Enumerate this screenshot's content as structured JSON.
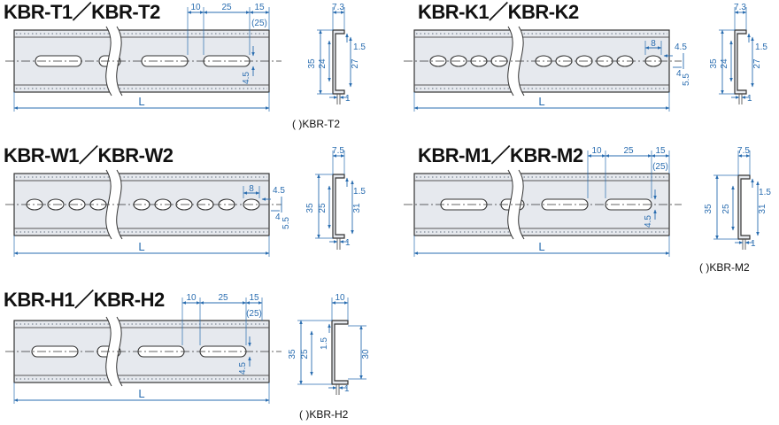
{
  "titles": {
    "t": "KBR-T1／KBR-T2",
    "k": "KBR-K1／KBR-K2",
    "w": "KBR-W1／KBR-W2",
    "m": "KBR-M1／KBR-M2",
    "h": "KBR-H1／KBR-H2"
  },
  "notes": {
    "t": "(  )KBR-T2",
    "m": "(  )KBR-M2",
    "h": "(  )KBR-H2"
  },
  "dims": {
    "length": "L",
    "t": {
      "slot_gap": "10",
      "slot_len": "25",
      "end": "15",
      "end_alt": "(25)",
      "slot_w": "4.5",
      "flange_w": "7.3",
      "thick": "1.5",
      "height": "35",
      "inner": "24",
      "outer": "27",
      "base": "1"
    },
    "k": {
      "pitch": "8",
      "hole_d": "4.5",
      "hole_w": "4",
      "hole_h": "5.5",
      "flange_w": "7.3",
      "thick": "1.5",
      "height": "35",
      "inner": "24",
      "outer": "27",
      "base": "1"
    },
    "w": {
      "pitch": "8",
      "hole_d": "4.5",
      "hole_w": "4",
      "hole_h": "5.5",
      "flange_w": "7.5",
      "thick": "1.5",
      "height": "35",
      "inner": "25",
      "outer": "31",
      "base": "1"
    },
    "m": {
      "slot_gap": "10",
      "slot_len": "25",
      "end": "15",
      "end_alt": "(25)",
      "slot_w": "4.5",
      "flange_w": "7.5",
      "thick": "1.5",
      "height": "35",
      "inner": "25",
      "outer": "31",
      "base": "1"
    },
    "h": {
      "slot_gap": "10",
      "slot_len": "25",
      "end": "15",
      "end_alt": "(25)",
      "slot_w": "4.5",
      "flange_w": "10",
      "thick": "1.5",
      "height": "35",
      "inner": "25",
      "outer": "30",
      "base": "1"
    }
  }
}
